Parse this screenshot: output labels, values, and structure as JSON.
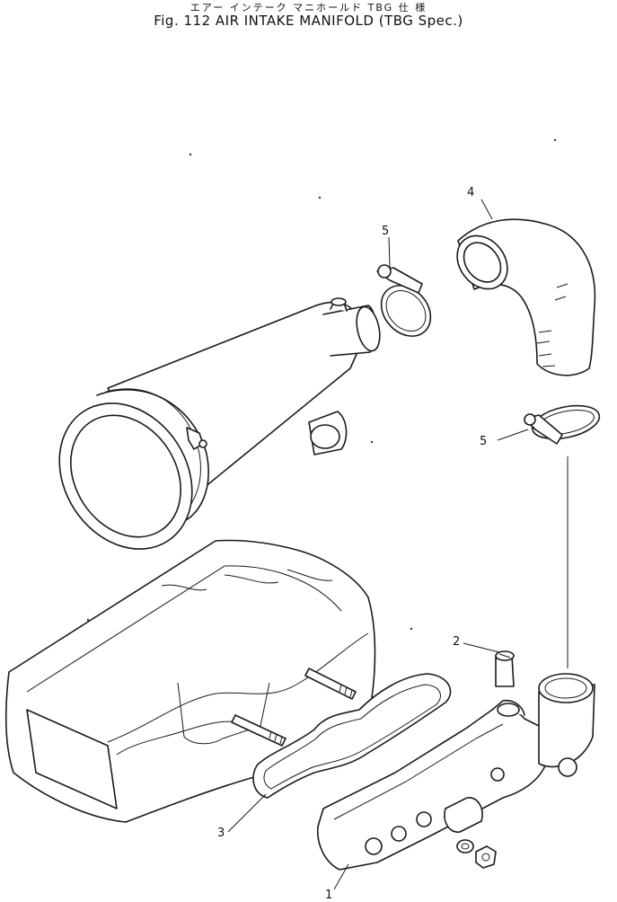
{
  "header": {
    "title_jp": "エアー インテーク マニホールド TBG 仕 様",
    "title_en": "Fig. 112  AIR INTAKE MANIFOLD (TBG Spec.)"
  },
  "callouts": {
    "part_1": "1",
    "part_2": "2",
    "part_3": "3",
    "part_4": "4",
    "part_5a": "5",
    "part_5b": "5"
  }
}
